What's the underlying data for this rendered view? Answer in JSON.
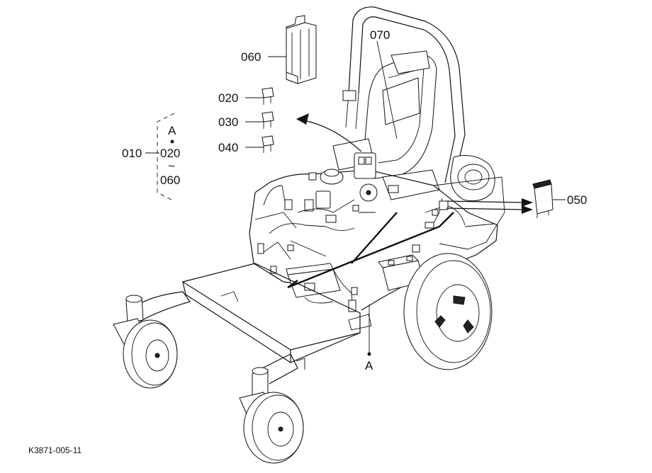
{
  "labels": {
    "p060": "060",
    "p070": "070",
    "p020": "020",
    "p030": "030",
    "p040": "040",
    "p010": "010",
    "group_a": "A",
    "group_from": "020",
    "group_tilde": "~",
    "group_to": "060",
    "p050": "050",
    "ref_a": "A"
  },
  "footer": {
    "code": "K3871-005-11"
  }
}
